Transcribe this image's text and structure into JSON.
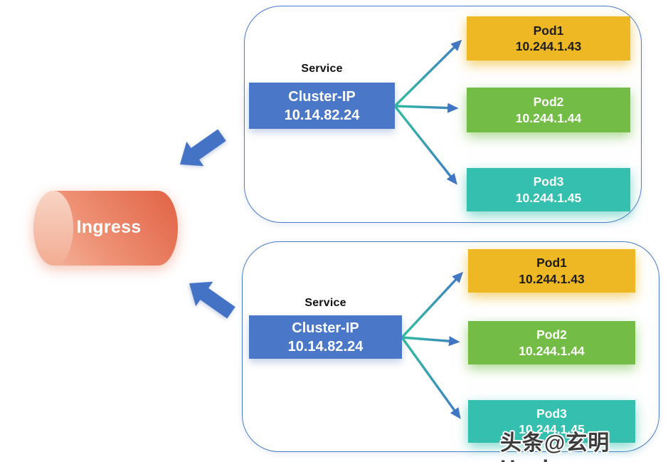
{
  "ingress": {
    "label": "Ingress",
    "colors": {
      "body_dark": "#e3684a",
      "body_mid": "#ee9175",
      "body_light": "#f6baa2",
      "cap_light": "#f8d4c5",
      "cap_dark": "#f2ac92"
    }
  },
  "ingress_arrows": {
    "color": "#4472c4"
  },
  "connectors": {
    "start_color": "#2fbf9f",
    "end_color": "#4379c7",
    "head_color": "#3f76c6"
  },
  "frame": {
    "border_color": "#4a7cc9"
  },
  "groups": [
    {
      "service_label": "Service",
      "cluster_ip": {
        "name": "Cluster-IP",
        "ip": "10.14.82.24",
        "color": "#4a77c8",
        "text_color": "#ffffff"
      },
      "pods": [
        {
          "name": "Pod1",
          "ip": "10.244.1.43",
          "color": "#edb823",
          "text_color": "#1c1c1c"
        },
        {
          "name": "Pod2",
          "ip": "10.244.1.44",
          "color": "#73bc45",
          "text_color": "#ffffff"
        },
        {
          "name": "Pod3",
          "ip": "10.244.1.45",
          "color": "#34bfae",
          "text_color": "#ffffff"
        }
      ]
    },
    {
      "service_label": "Service",
      "cluster_ip": {
        "name": "Cluster-IP",
        "ip": "10.14.82.24",
        "color": "#4a77c8",
        "text_color": "#ffffff"
      },
      "pods": [
        {
          "name": "Pod1",
          "ip": "10.244.1.43",
          "color": "#edb823",
          "text_color": "#1c1c1c"
        },
        {
          "name": "Pod2",
          "ip": "10.244.1.44",
          "color": "#73bc45",
          "text_color": "#ffffff"
        },
        {
          "name": "Pod3",
          "ip": "10.244.1.45",
          "color": "#34bfae",
          "text_color": "#ffffff"
        }
      ]
    }
  ],
  "watermark": {
    "text": "头条@玄明Hanko",
    "color": "#3c3c3c"
  }
}
